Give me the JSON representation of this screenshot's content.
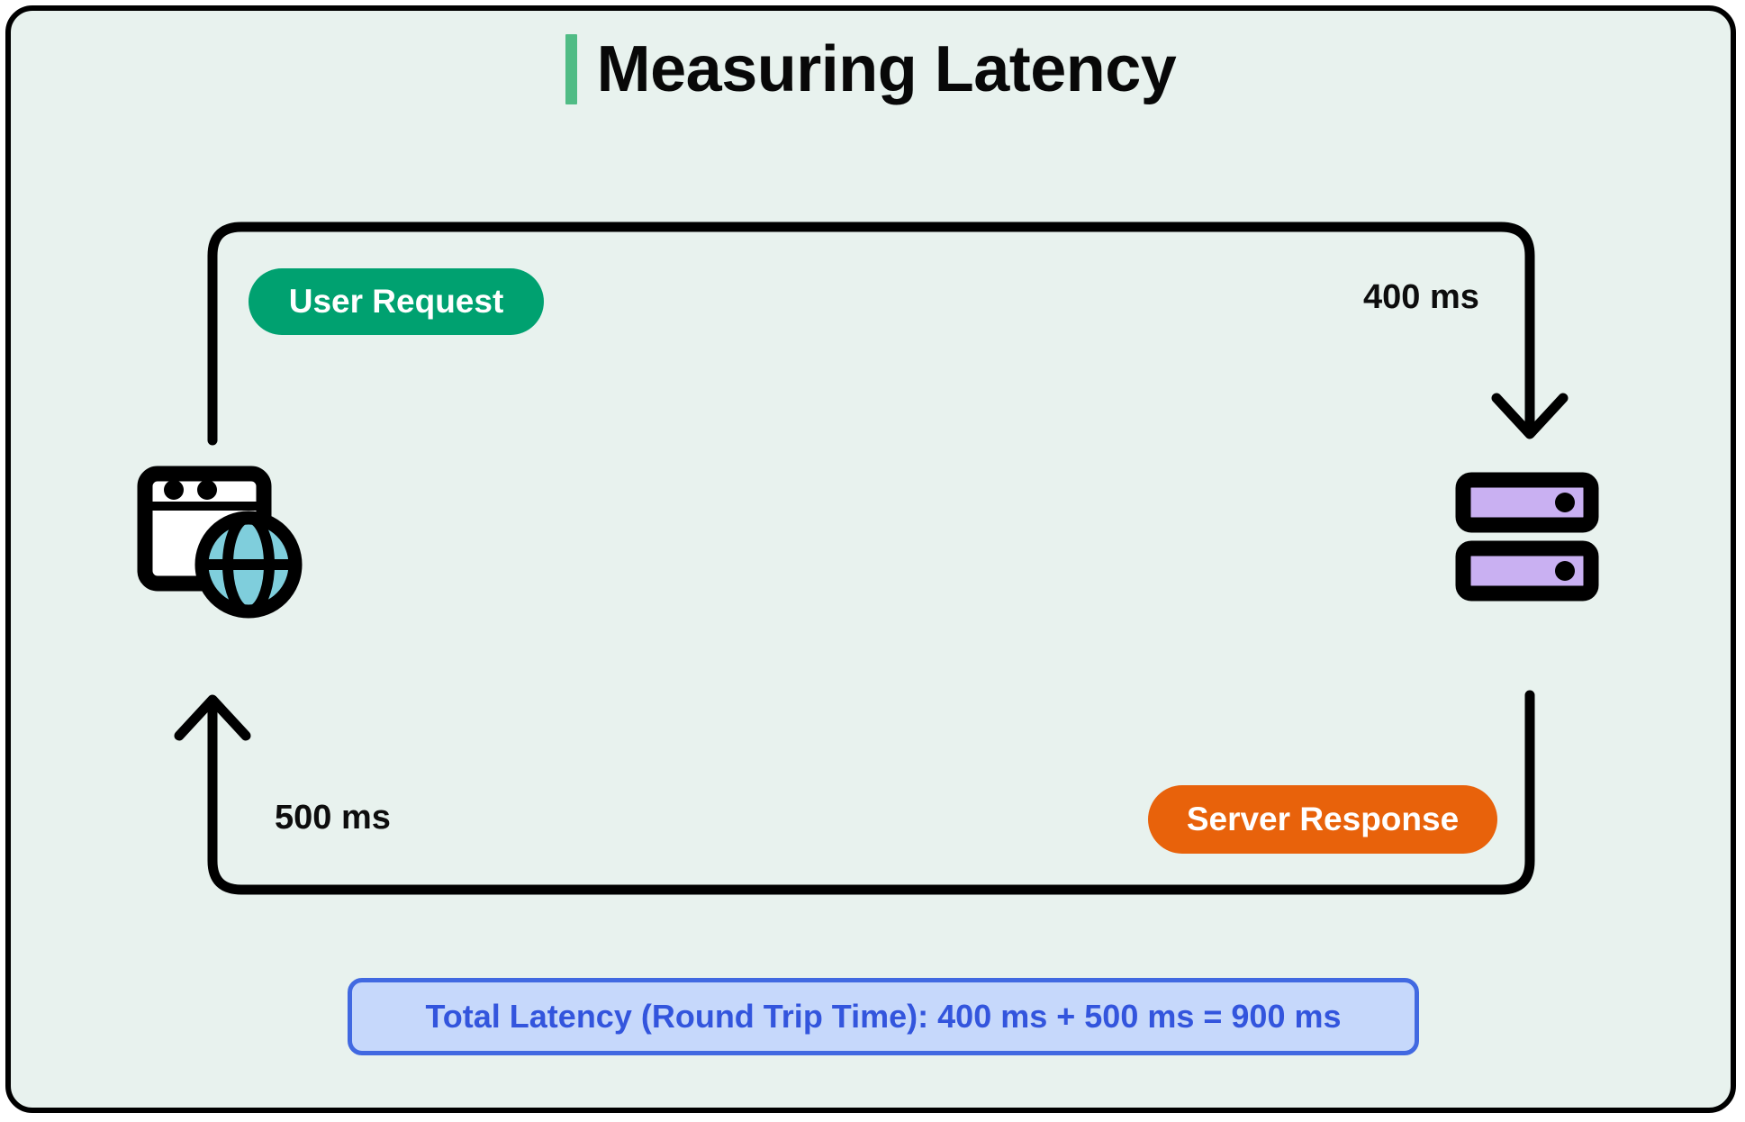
{
  "card": {
    "background_color": "#e8f2ee",
    "border_color": "#000000"
  },
  "header": {
    "title": "Measuring Latency",
    "accent_color": "#50bc85"
  },
  "flow": {
    "request": {
      "badge_label": "User Request",
      "badge_color": "#00a170",
      "time_label": "400 ms",
      "direction": "client-to-server"
    },
    "response": {
      "badge_label": "Server Response",
      "badge_color": "#e8620b",
      "time_label": "500 ms",
      "direction": "server-to-client"
    },
    "arrow_color": "#000000"
  },
  "nodes": {
    "client": {
      "icon": "browser-globe-icon",
      "globe_color": "#7fcedc",
      "window_color": "#ffffff"
    },
    "server": {
      "icon": "server-rack-icon",
      "rack_color": "#c9b0f2",
      "rack_count": 2
    }
  },
  "summary": {
    "text": "Total Latency (Round Trip Time): 400 ms + 500 ms = 900 ms",
    "fill_color": "#c6d8fb",
    "border_color": "#4169e1",
    "text_color": "#3355dd"
  },
  "chart_data": {
    "type": "diagram",
    "title": "Measuring Latency",
    "categories": [
      "User Request",
      "Server Response"
    ],
    "values": [
      400,
      500
    ],
    "unit": "ms",
    "total": 900,
    "total_label": "Total Latency (Round Trip Time)"
  }
}
